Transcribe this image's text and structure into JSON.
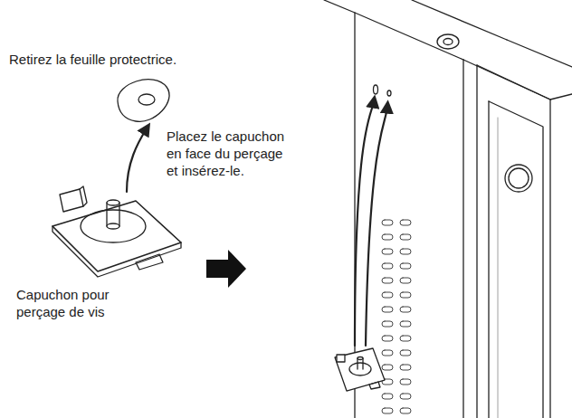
{
  "diagram": {
    "labels": [
      "Retirez la feuille protectrice.",
      "Placez le capuchon en face du perçage et insérez-le.",
      "Capuchon pour perçage de vis"
    ]
  }
}
